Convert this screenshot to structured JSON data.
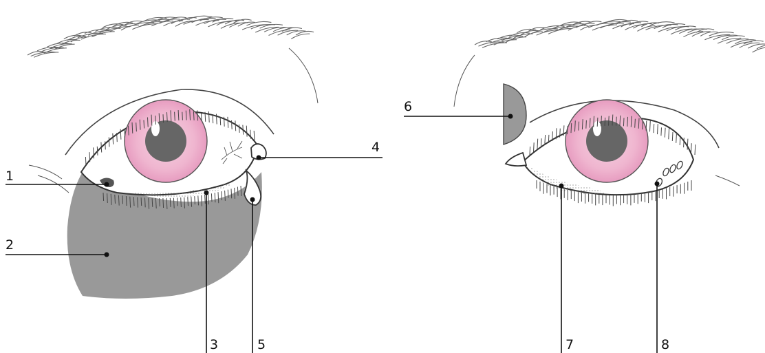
{
  "labels": {
    "l1": "1",
    "l2": "2",
    "l3": "3",
    "l4": "4",
    "l5": "5",
    "l6": "6",
    "l7": "7",
    "l8": "8"
  },
  "colors": {
    "shade": "#999999",
    "iris_outer": "#e9a9c8",
    "iris_inner": "#f3c9dc",
    "pupil": "#666666",
    "lines": "#111111"
  }
}
